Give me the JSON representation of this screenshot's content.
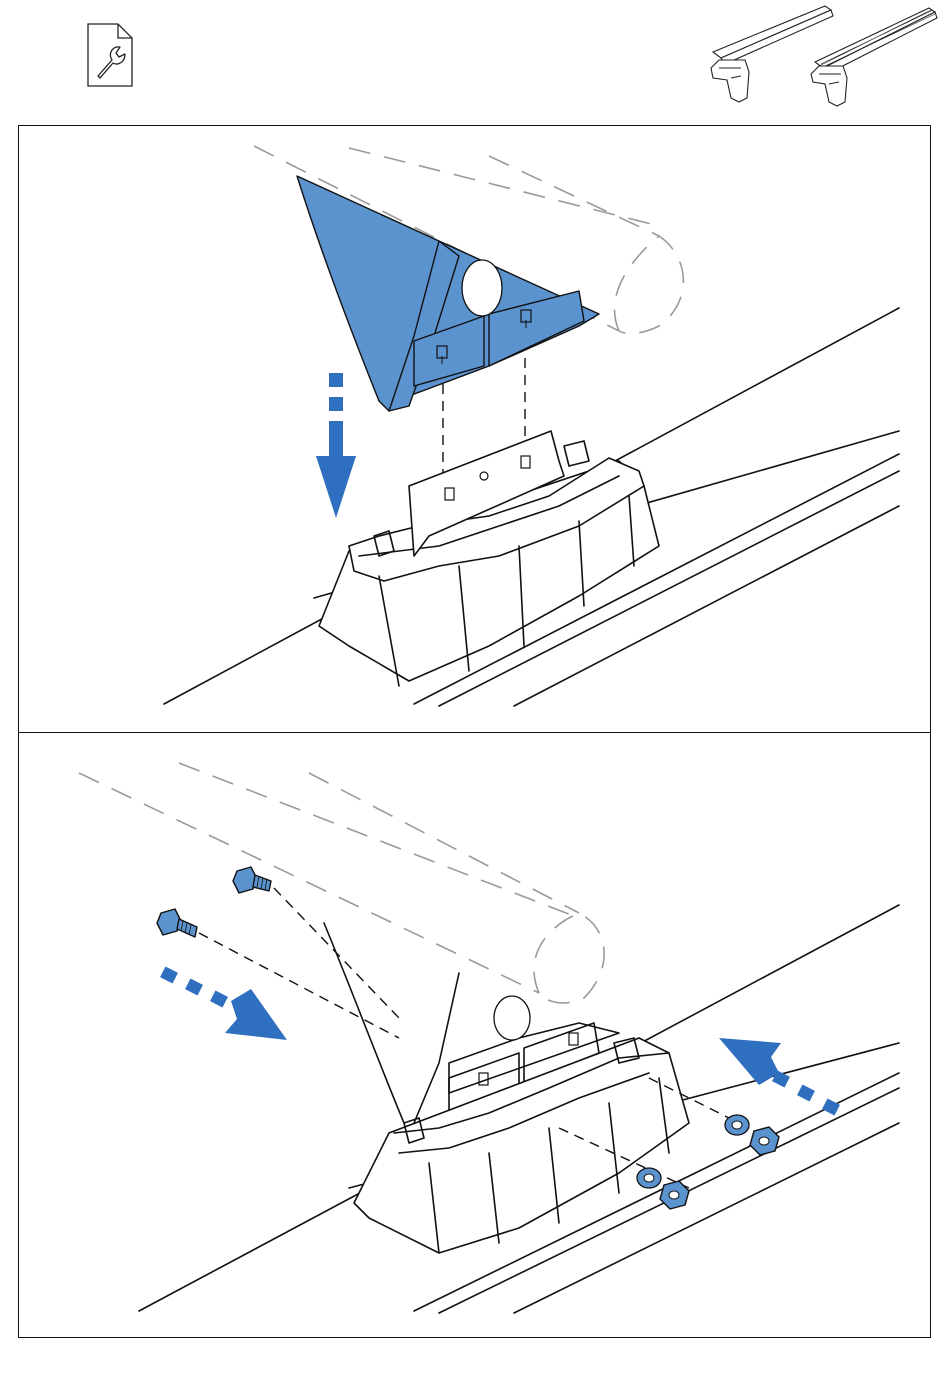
{
  "colors": {
    "accent": "#2f6fbf",
    "part_highlight": "#5b93cf",
    "line": "#111111",
    "phantom": "#9a9a9a"
  },
  "header": {
    "left_icon": "wrench-document-icon",
    "right_image": "roof-bar-variants-illustration"
  },
  "steps": [
    {
      "id": "step-1",
      "illustration": "attach-foot-bracket",
      "arrow": "down-arrow-icon"
    },
    {
      "id": "step-2",
      "illustration": "insert-bolts-washers-nuts",
      "arrows": [
        "right-arrow-icon",
        "left-arrow-icon"
      ]
    }
  ]
}
